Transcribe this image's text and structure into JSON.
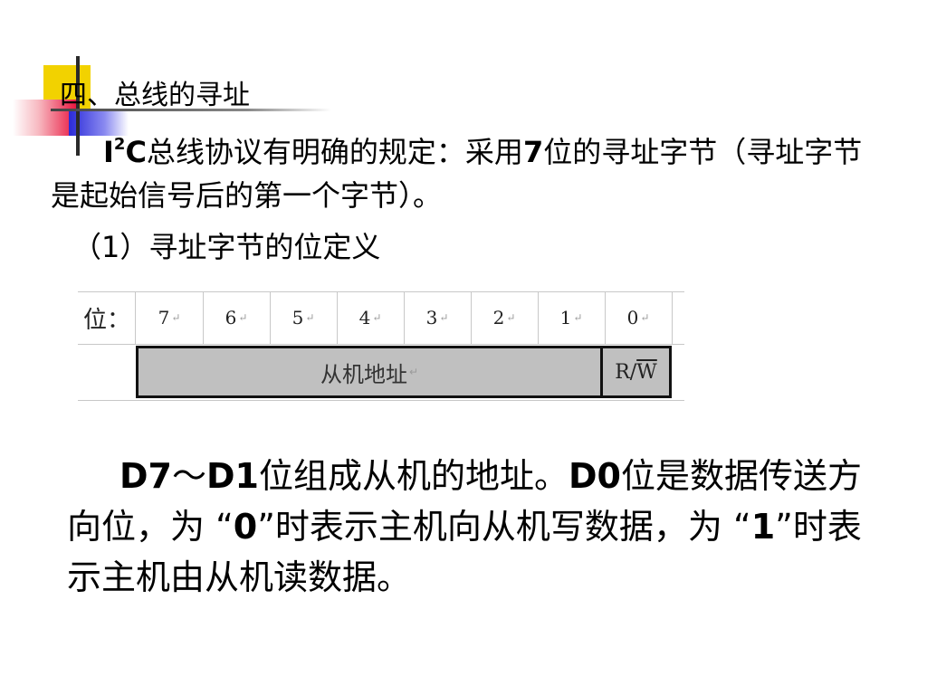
{
  "title": "四、总线的寻址",
  "intro": {
    "i": "I",
    "sup": "2",
    "c": "C",
    "text1": "总线协议有明确的规定：采用",
    "num7": "7",
    "text2": "位的寻址字节（寻址字节是起始信号后的第一个字节）。"
  },
  "subheading": "（1）寻址字节的位定义",
  "bit_table": {
    "row_label": "位：",
    "bits": [
      "7",
      "6",
      "5",
      "4",
      "3",
      "2",
      "1",
      "0"
    ],
    "para_mark": "↵",
    "address_field": "从机地址",
    "rw_r": "R/",
    "rw_w": "W"
  },
  "description": {
    "d7": "D7",
    "tilde": "～",
    "d1": "D1",
    "t1": "位组成从机的地址。",
    "d0": "D0",
    "t2": "位是数据传送方向位，为 “",
    "zero": "0",
    "t3": "”时表示主机向从机写数据，为 “",
    "one": "1",
    "t4": "”时表示主机由从机读数据。"
  }
}
